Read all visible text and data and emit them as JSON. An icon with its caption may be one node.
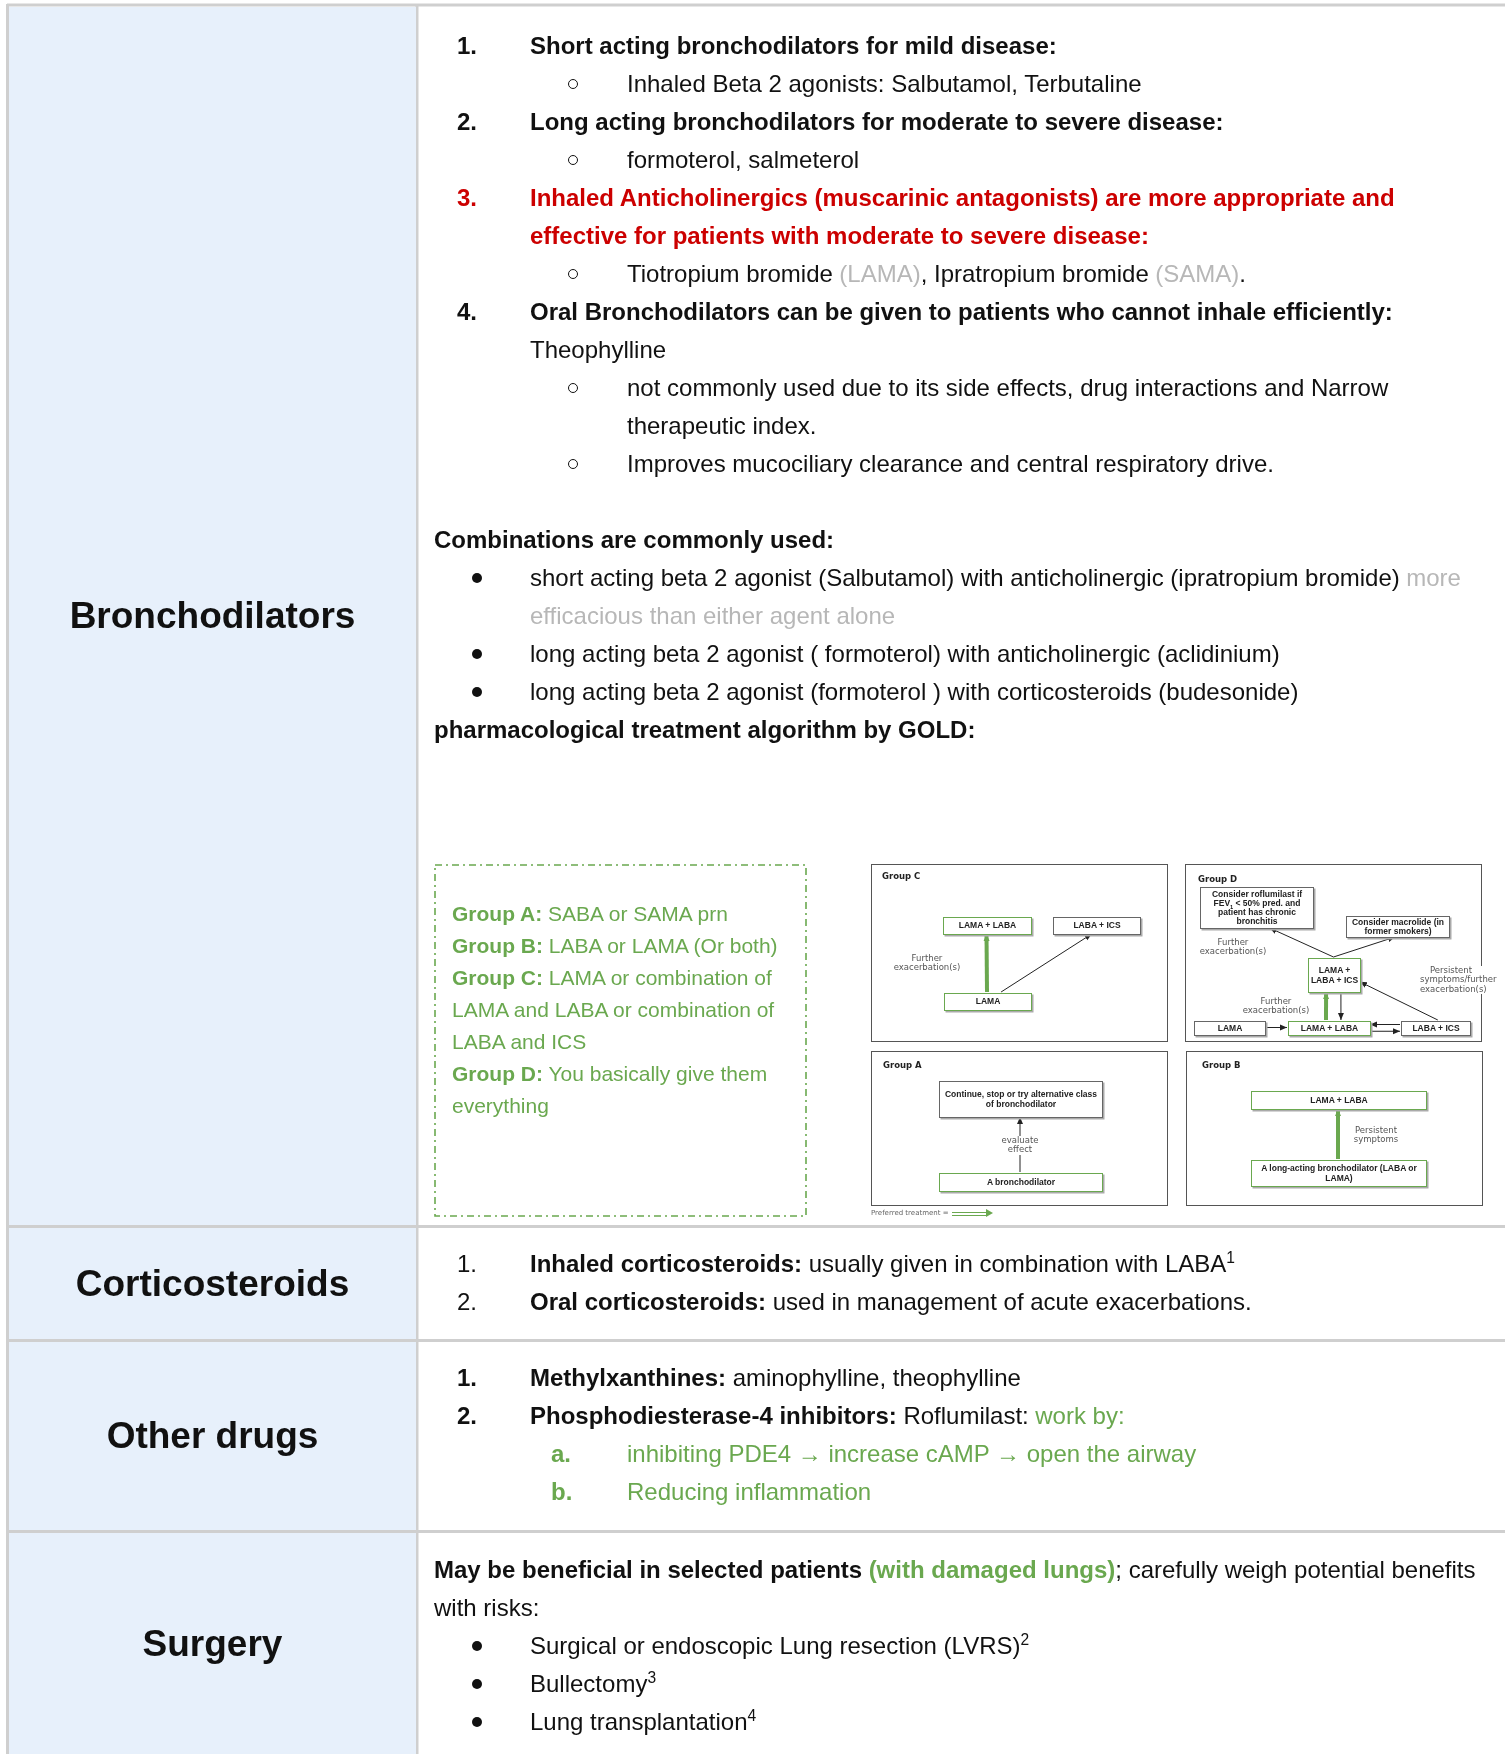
{
  "diagram": {
    "nodes": [
      {
        "text": [
          "**Group A:** SABA or SAMA prn",
          "**Group B:** LABA or LAMA (Or both)",
          "**Group C:** LAMA or combination of LAMA and LABA or combination of LABA and ICS",
          "**Group D:** You basically give them everything"
        ]
      },
      {
        "text": [
          "Group C"
        ]
      },
      {
        "text": [
          "LAMA + LABA"
        ],
        "in": 1
      },
      {
        "text": [
          "LABA + ICS"
        ],
        "in": 1
      },
      {
        "text": [
          "LAMA"
        ],
        "in": 1
      },
      {
        "text": [
          "Group D"
        ]
      },
      {
        "text": [
          "Consider roflumilast if FEV$_{1}$ < 50% pred. and patient has chronic bronchitis"
        ],
        "in": 5
      },
      {
        "text": [
          "Consider macrolide (in former smokers)"
        ],
        "in": 5
      },
      {
        "text": [
          "LAMA + LABA + ICS"
        ],
        "in": 5
      },
      {
        "text": [
          "LAMA"
        ],
        "in": 5
      },
      {
        "text": [
          "LAMA + LABA"
        ],
        "in": 5
      },
      {
        "text": [
          "LABA + ICS"
        ],
        "in": 5
      },
      {
        "text": [
          "Group A"
        ]
      },
      {
        "text": [
          "Continue, stop or try alternative class of bronchodilator"
        ],
        "in": 12
      },
      {
        "text": [
          "A bronchodilator"
        ],
        "in": 12
      },
      {
        "text": [
          "Group B"
        ]
      },
      {
        "text": [
          "LAMA + LABA"
        ],
        "in": 15
      },
      {
        "text": [
          "A long-acting bronchodilator (LABA or LAMA)"
        ],
        "in": 15
      }
    ],
    "edges": [
      {
        "from": 4,
        "to": 2,
        "arrow": "to",
        "label": "Further exacerbation(s)",
        "style": "thick",
        "color": "#6aa84f"
      },
      {
        "from": 4,
        "to": 3,
        "arrow": "to"
      },
      {
        "from": 8,
        "to": 6,
        "arrow": "to",
        "label": "Further exacerbation(s)"
      },
      {
        "from": 8,
        "to": 7,
        "arrow": "to"
      },
      {
        "from": 10,
        "to": 8,
        "arrow": "to",
        "label": "Further exacerbation(s)",
        "style": "thick",
        "color": "#6aa84f"
      },
      {
        "from": 8,
        "to": 10,
        "arrow": "to"
      },
      {
        "from": 9,
        "to": 10,
        "arrow": "to"
      },
      {
        "from": 11,
        "to": 10,
        "arrow": "to"
      },
      {
        "from": 10,
        "to": 11,
        "arrow": "to"
      },
      {
        "from": 11,
        "to": 8,
        "arrow": "to",
        "label": "Persistent symptoms/further exacerbation(s)"
      },
      {
        "from": 14,
        "to": 13,
        "arrow": "to",
        "label": "evaluate effect"
      },
      {
        "from": 17,
        "to": 16,
        "arrow": "to",
        "label": "Persistent symptoms",
        "style": "thick",
        "color": "#6aa84f"
      }
    ],
    "labels": [
      "Bronchodilators",
      "1.",
      "Short acting bronchodilators for mild disease:",
      "Inhaled Beta 2 agonists: Salbutamol, Terbutaline",
      "2.",
      "Long acting bronchodilators for moderate to severe disease:",
      "formoterol, salmeterol",
      "3.",
      "Inhaled Anticholinergics (muscarinic antagonists) are more appropriate and effective for patients with moderate to severe disease:",
      "Tiotropium bromide",
      "(LAMA)",
      ", Ipratropium bromide",
      "(SAMA)",
      ".",
      "4.",
      "**Oral Bronchodilators can be given to patients who cannot inhale efficiently:** Theophylline",
      "not commonly used due to its side effects, drug interactions and Narrow therapeutic index.",
      "Improves mucociliary clearance and central respiratory drive.",
      "Combinations are commonly used:",
      "short acting beta 2 agonist (Salbutamol) with anticholinergic (ipratropium bromide)",
      "more efficacious than either agent alone",
      "long acting beta 2 agonist ( formoterol) with anticholinergic (aclidinium)",
      "long acting beta 2 agonist (formoterol ) with corticosteroids (budesonide)",
      "pharmacological treatment algorithm by GOLD:",
      "Corticosteroids",
      "1.",
      "**Inhaled corticosteroids:** usually given in combination with LABA$^{1}$",
      "2.",
      "**Oral corticosteroids:** used in management of acute exacerbations.",
      "Other drugs",
      "1.",
      "**Methylxanthines:** aminophylline, theophylline",
      "2.",
      "**Phosphodiesterase-4 inhibitors:** Roflumilast:",
      "work by:",
      "a.",
      "inhibiting PDE4 → increase cAMP → open the airway",
      "b.",
      "Reducing inflammation",
      "Surgery",
      "May be beneficial in selected patients",
      "(with damaged lungs)",
      "; carefully weigh potential benefits with risks:",
      "Surgical or endoscopic Lung resection (LVRS)$^{2}$",
      "Bullectomy$^{3}$",
      "Lung transplantation$^{4}$"
    ],
    "legend": [
      {
        "text": "Preferred treatment ="
      }
    ]
  }
}
